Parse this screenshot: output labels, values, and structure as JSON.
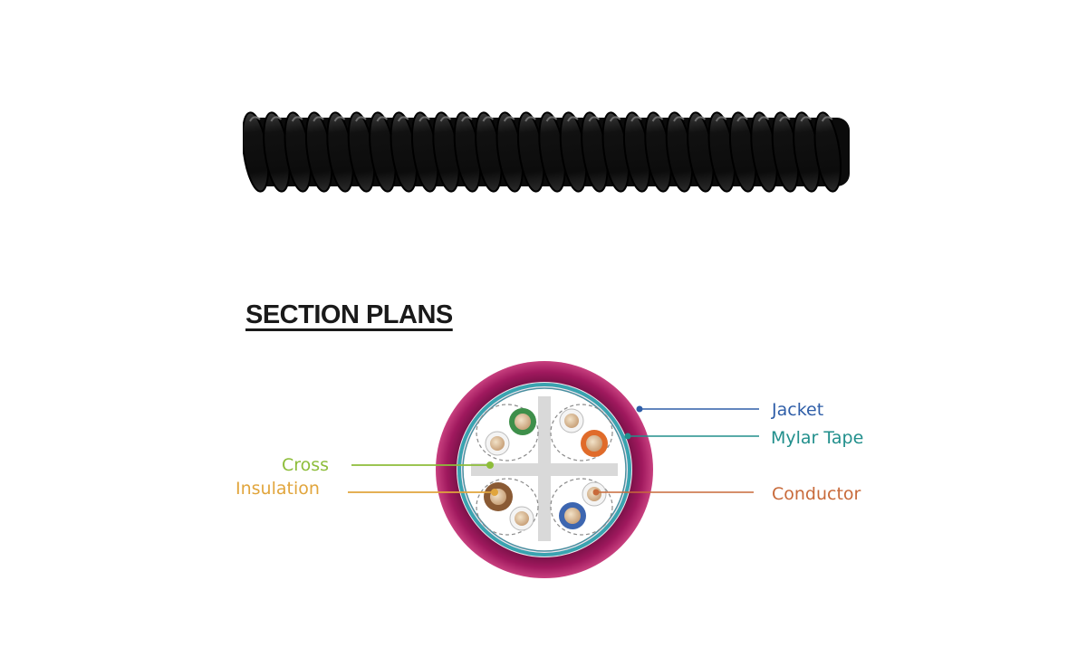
{
  "section_title": "SECTION PLANS",
  "labels": {
    "jacket": "Jacket",
    "mylar_tape": "Mylar Tape",
    "cross": "Cross",
    "insulation": "Insulation",
    "conductor": "Conductor"
  },
  "colors": {
    "jacket": "#a0195e",
    "mylar_tape": "#3aa3b0",
    "cross": "#8dbd3a",
    "insulation": "#e1a53c",
    "conductor": "#d0662e",
    "jacket_label": "#2f5ea8",
    "mylar_label": "#218f8c",
    "cross_label": "#8dbd3a",
    "insulation_label": "#e1a53c",
    "conductor_label": "#c86a3a",
    "cable": "#141414"
  }
}
